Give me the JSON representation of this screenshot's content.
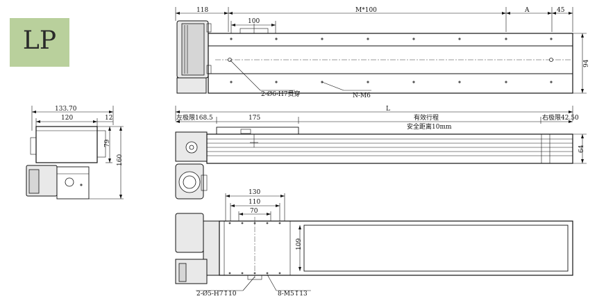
{
  "logo": {
    "text": "LP"
  },
  "top_view": {
    "dim_118": "118",
    "dim_100": "100",
    "dim_m100": "M*100",
    "dim_a": "A",
    "dim_45": "45",
    "dim_94": "94",
    "note_holes": "2-Ø6-H7贯穿",
    "note_thread": "N-M6"
  },
  "side_view": {
    "dim_l": "L",
    "left_limit": "左极限168.5",
    "dim_175": "175",
    "effective_stroke": "有效行程",
    "safe_distance": "安全距离10mm",
    "right_limit": "右极限42.50",
    "dim_64": "64"
  },
  "bottom_view": {
    "dim_130": "130",
    "dim_110": "110",
    "dim_70": "70",
    "dim_109": "109",
    "note_pin": "2-Ø5-H7↧10",
    "note_m5": "8-M5↧13"
  },
  "end_view": {
    "dim_133": "133.70",
    "dim_120": "120",
    "dim_12": "12",
    "dim_79": "79",
    "dim_160": "160"
  },
  "colors": {
    "logo_bg": "#b9d09c",
    "line": "#111111"
  }
}
